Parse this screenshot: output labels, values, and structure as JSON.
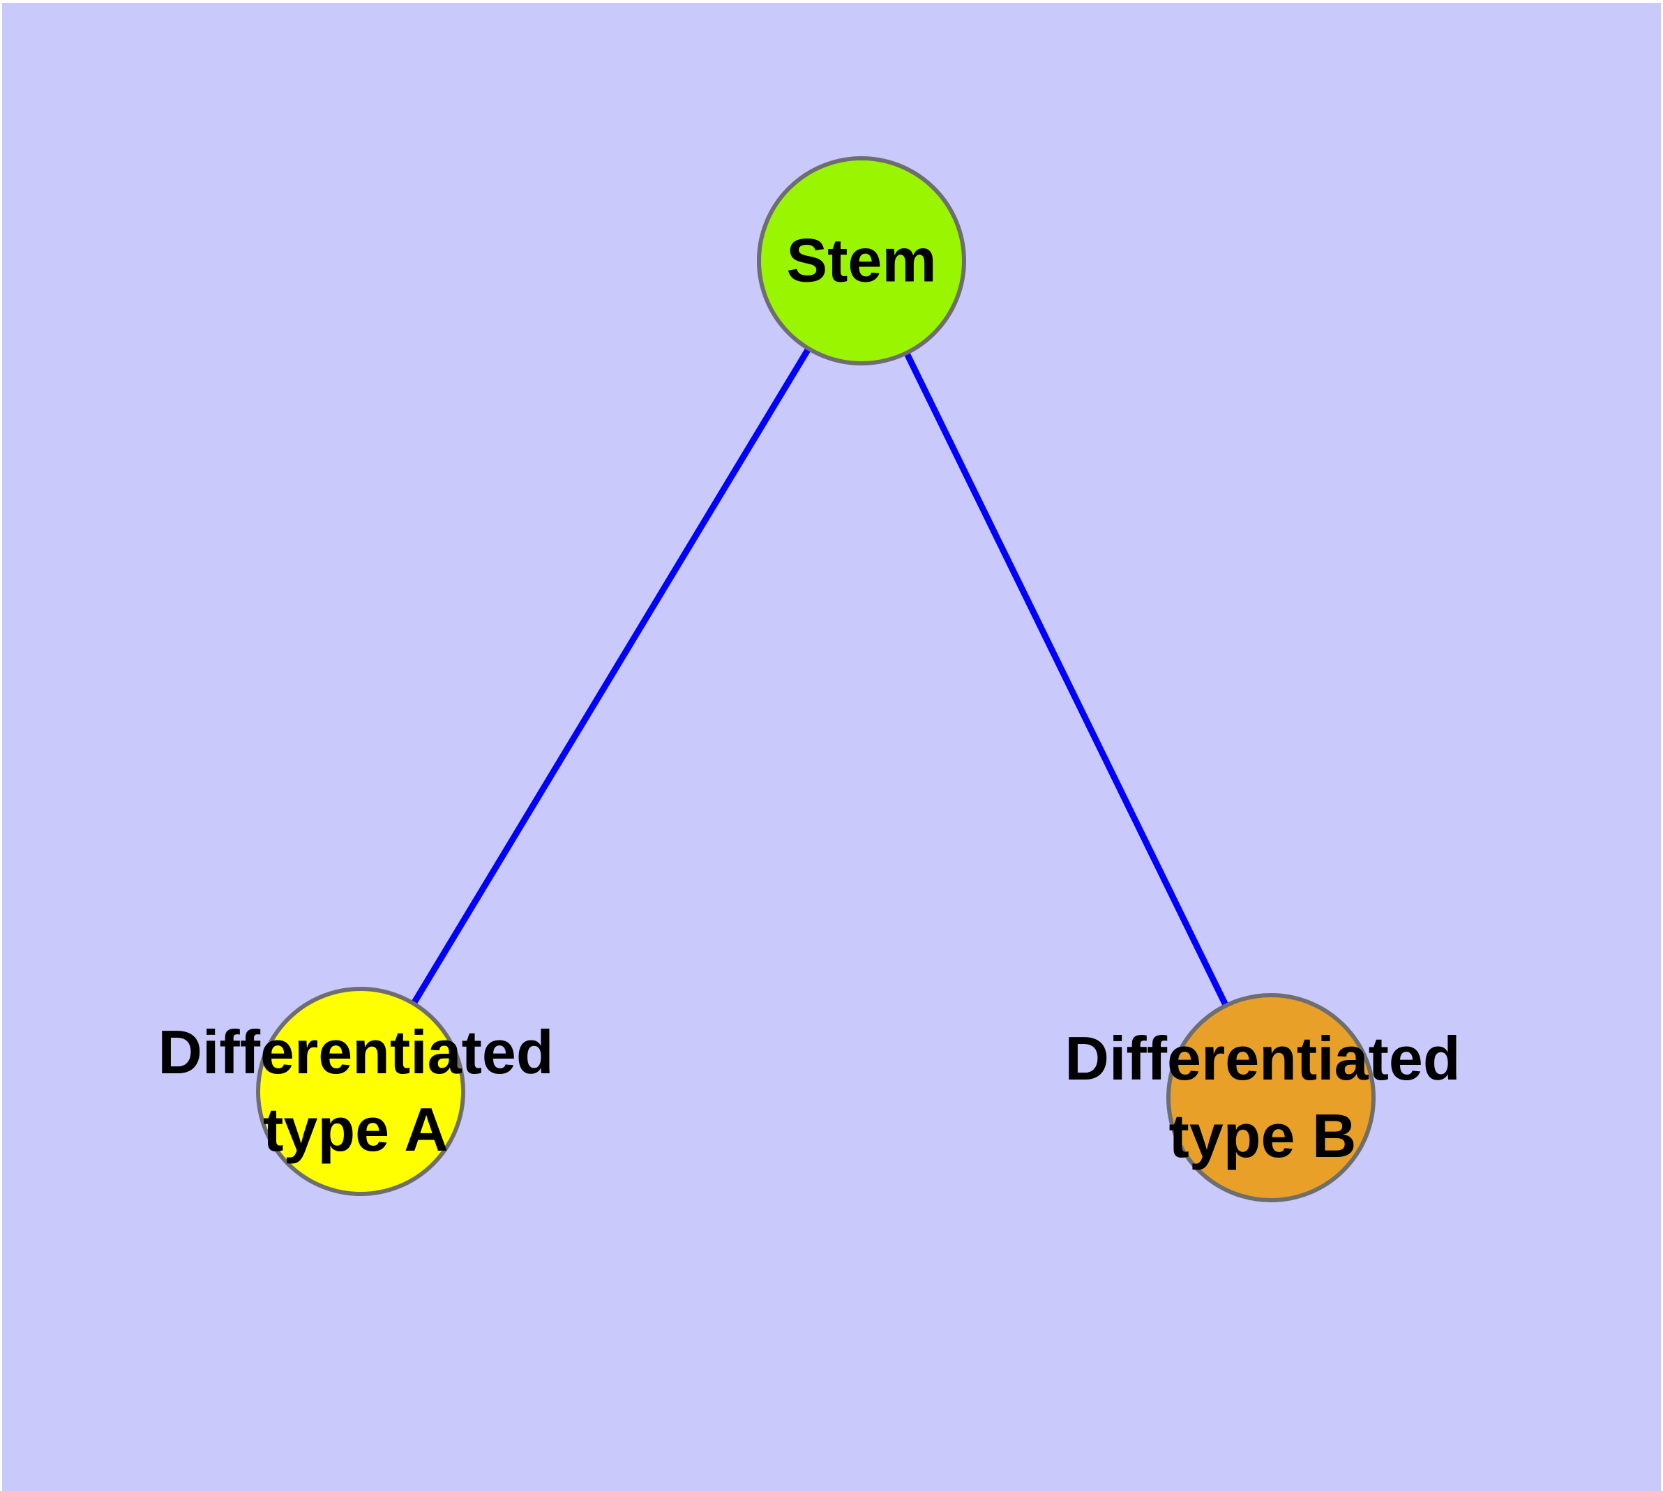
{
  "diagram": {
    "type": "node-link-graph",
    "description": "Cell differentiation lineage graph: one stem node connected to two differentiated type nodes",
    "colors": {
      "background": "#C9C9FB",
      "edge": "#0000FF",
      "node_border": "#6E6E6E",
      "label": "#000000",
      "page_margin": "#FFFFFF"
    },
    "nodes": {
      "stem": {
        "label": "Stem",
        "fill": "#9AF500"
      },
      "type_a": {
        "label_line1": "Differentiated",
        "label_line2": "type A",
        "fill": "#FFFF00"
      },
      "type_b": {
        "label_line1": "Differentiated",
        "label_line2": "type B",
        "fill": "#E8A028"
      }
    },
    "edges": [
      {
        "from": "Stem",
        "to": "Differentiated type A"
      },
      {
        "from": "Stem",
        "to": "Differentiated type B"
      }
    ]
  }
}
